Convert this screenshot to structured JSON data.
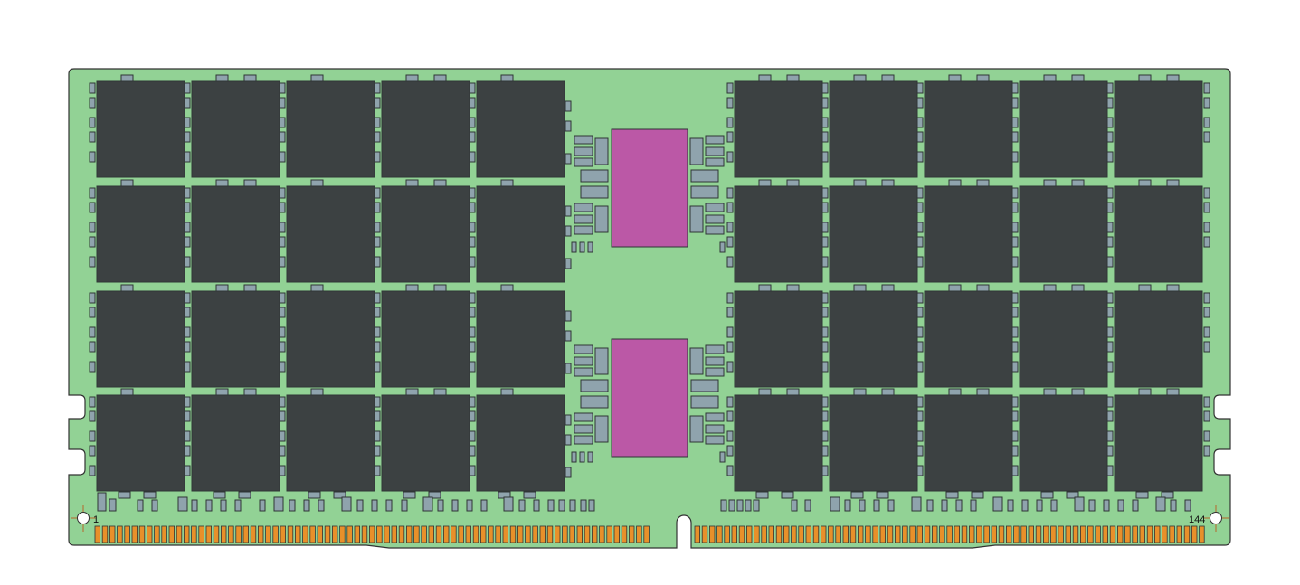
{
  "module": {
    "pin_label_first": "1",
    "pin_label_last": "144",
    "pins_left_segment": 75,
    "pins_right_segment": 69,
    "dram_rows": 4,
    "dram_cols_per_side": 5,
    "register_chips": 2
  },
  "colors": {
    "pcb": "#92d295",
    "dram": "#3c4142",
    "register": "#bb58a6",
    "passive": "#8fa3ad",
    "contact": "#e8902a",
    "outline": "#333333",
    "marker": "#b5652a"
  }
}
